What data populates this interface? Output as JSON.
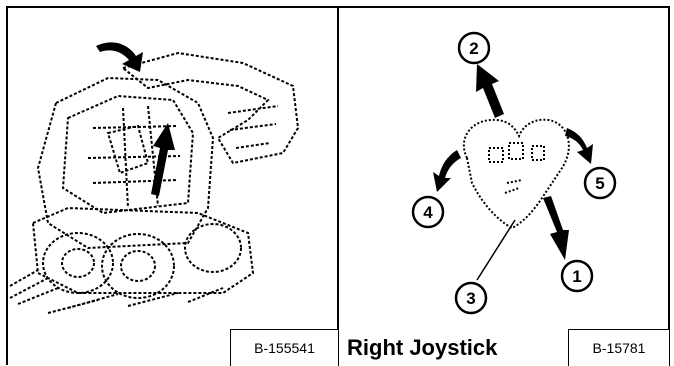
{
  "left_figure": {
    "reference": "B-155541"
  },
  "right_figure": {
    "title": "Right Joystick",
    "reference": "B-15781",
    "callouts": [
      "1",
      "2",
      "3",
      "4",
      "5"
    ]
  }
}
